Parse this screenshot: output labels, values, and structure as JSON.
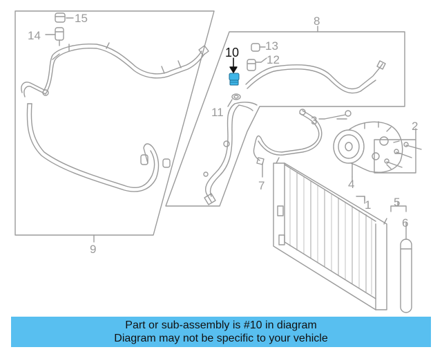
{
  "callouts": {
    "c1": "1",
    "c2": "2",
    "c3": "3",
    "c4": "4",
    "c5": "5",
    "c6": "6",
    "c7": "7",
    "c8": "8",
    "c9": "9",
    "c10": "10",
    "c11": "11",
    "c12": "12",
    "c13": "13",
    "c14": "14",
    "c15": "15"
  },
  "highlighted_part": "10",
  "colors": {
    "line": "#9a9a9a",
    "highlight_part": "#3fb6e8",
    "banner": "#58bff0"
  },
  "banner": {
    "line1": "Part or sub-assembly is #10 in diagram",
    "line2": "Diagram may not be specific to your vehicle"
  }
}
